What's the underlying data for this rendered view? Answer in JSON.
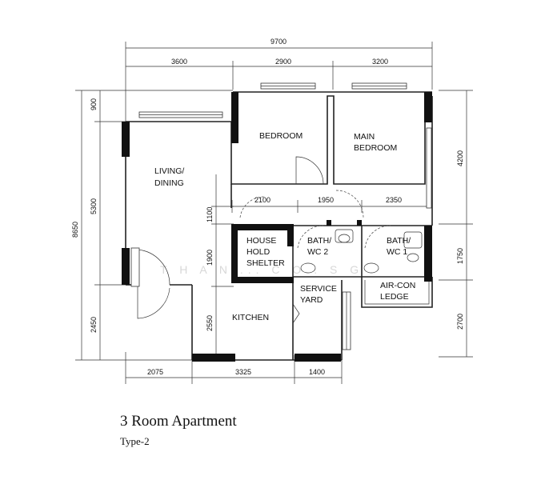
{
  "caption": {
    "title": "3 Room Apartment",
    "subtitle": "Type-2"
  },
  "watermark": "T H A N ... C O . S G",
  "rooms": {
    "bedroom": "BEDROOM",
    "main_bedroom_1": "MAIN",
    "main_bedroom_2": "BEDROOM",
    "living_1": "LIVING/",
    "living_2": "DINING",
    "household_1": "HOUSE",
    "household_2": "HOLD",
    "household_3": "SHELTER",
    "bath2_1": "BATH/",
    "bath2_2": "WC 2",
    "bath1_1": "BATH/",
    "bath1_2": "WC 1",
    "service_1": "SERVICE",
    "service_2": "YARD",
    "aircon_1": "AIR-CON",
    "aircon_2": "LEDGE",
    "kitchen": "KITCHEN"
  },
  "dimensions": {
    "top_total": "9700",
    "top_left": "3600",
    "top_mid": "2900",
    "top_right": "3200",
    "bottom_left": "2075",
    "bottom_mid": "3325",
    "bottom_right": "1400",
    "left_total": "8650",
    "left_top": "900",
    "left_mid": "5300",
    "left_bottom": "2450",
    "inner_left_1100": "1100",
    "inner_left_1900": "1900",
    "inner_left_2550": "2550",
    "corridor_2100": "2100",
    "corridor_1950": "1950",
    "corridor_2350": "2350",
    "right_4200": "4200",
    "right_1750": "1750",
    "right_2700": "2700"
  }
}
